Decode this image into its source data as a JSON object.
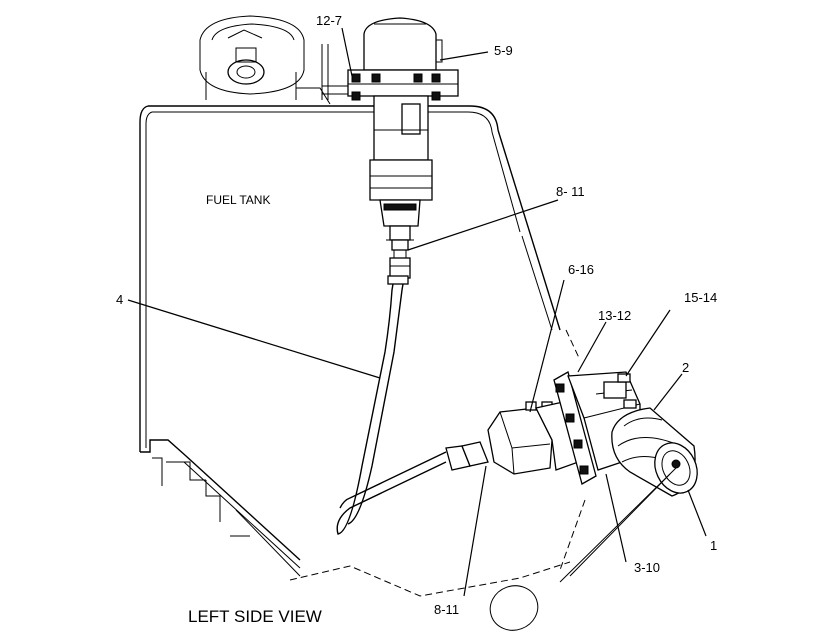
{
  "diagram": {
    "view_title": "LEFT SIDE VIEW",
    "region_label": "FUEL TANK",
    "callouts": {
      "c_12_7": "12-7",
      "c_5_9": "5-9",
      "c_8_11_top": "8- 11",
      "c_4": "4",
      "c_6_16": "6-16",
      "c_13_12": "13-12",
      "c_15_14": "15-14",
      "c_2": "2",
      "c_1": "1",
      "c_3_10": "3-10",
      "c_8_11_bottom": "8-11"
    }
  }
}
